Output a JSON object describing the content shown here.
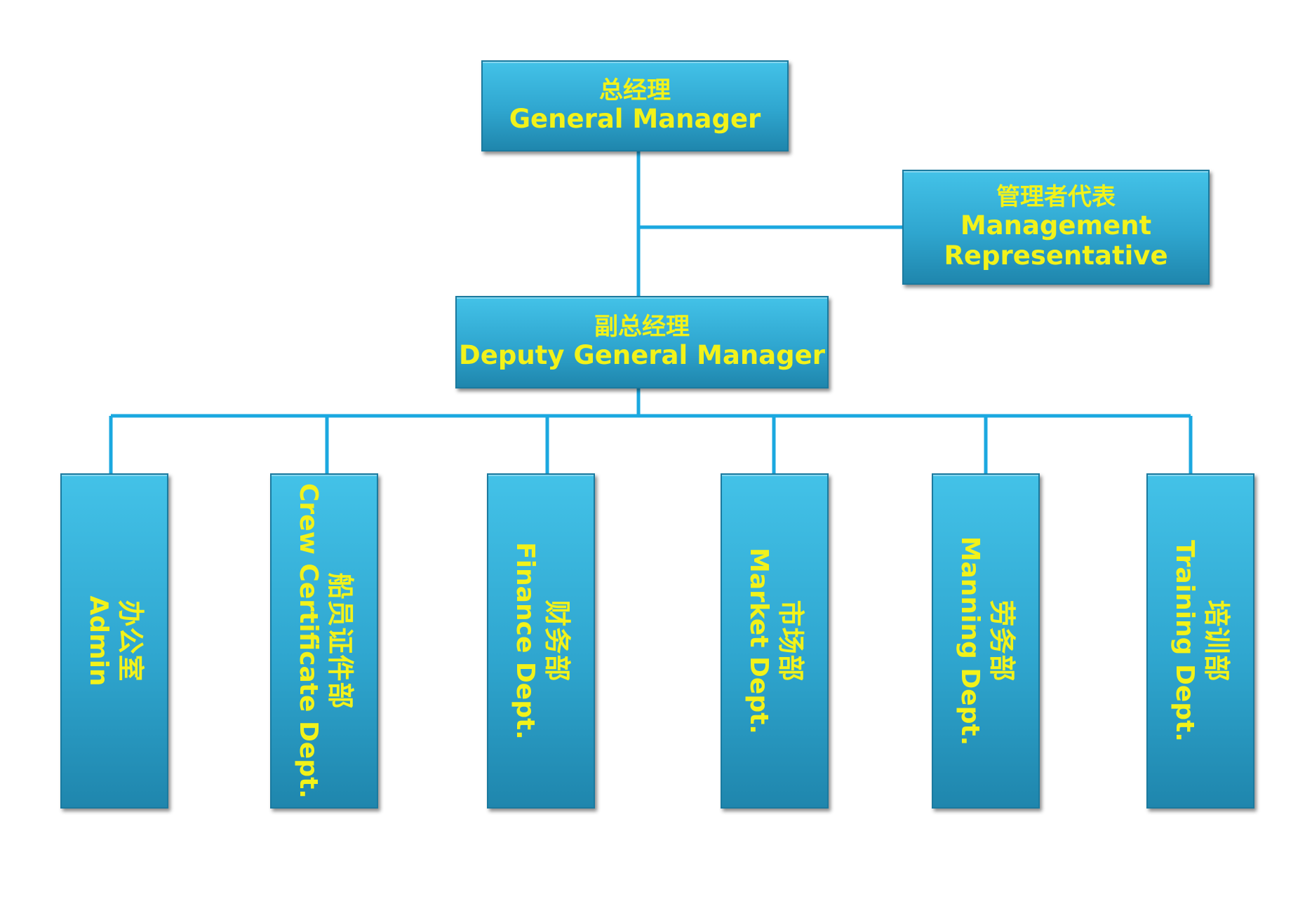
{
  "chart": {
    "top": {
      "cn": "总经理",
      "en": "General Manager"
    },
    "representative": {
      "cn": "管理者代表",
      "en_line1": "Management",
      "en_line2": "Representative"
    },
    "deputy": {
      "cn": "副总经理",
      "en": "Deputy General Manager"
    },
    "departments": [
      {
        "cn": "办公室",
        "en": "Admin"
      },
      {
        "cn": "船员证件部",
        "en": "Crew Certificate Dept."
      },
      {
        "cn": "财务部",
        "en": "Finance Dept."
      },
      {
        "cn": "市场部",
        "en": "Market Dept."
      },
      {
        "cn": "劳务部",
        "en": "Manning Dept."
      },
      {
        "cn": "培训部",
        "en": "Training Dept."
      }
    ]
  },
  "colors": {
    "box_fill": "#37b6df",
    "box_border": "#1b7a9f",
    "text": "#f2f21a",
    "connector": "#1ba8e0"
  }
}
